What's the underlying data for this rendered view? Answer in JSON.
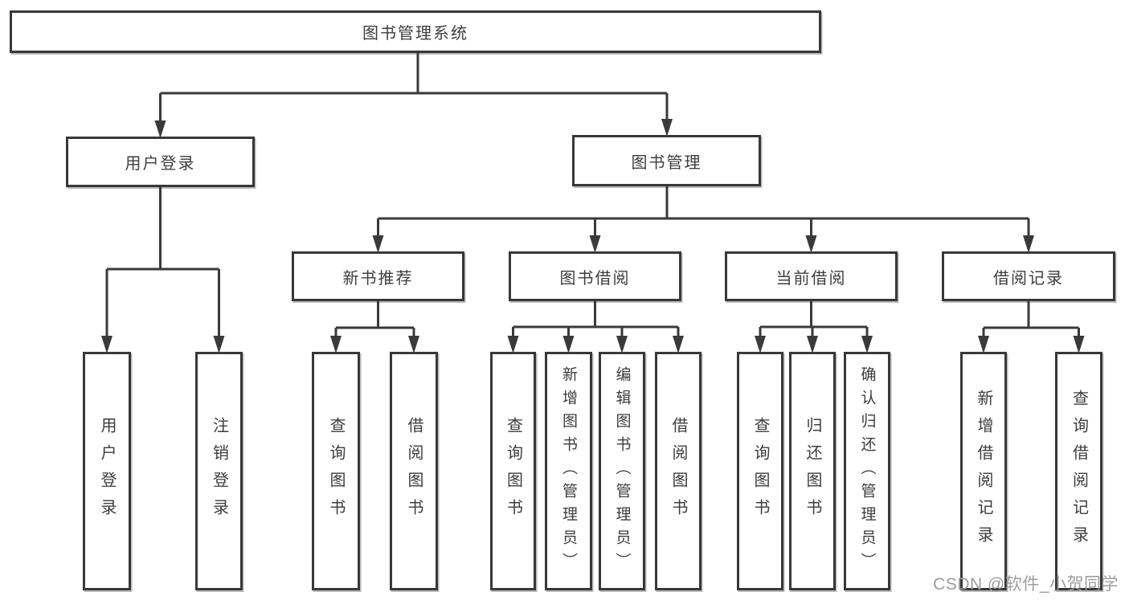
{
  "diagram": {
    "title": "图书管理系统",
    "nodes": [
      {
        "id": "root",
        "label": "图书管理系统",
        "level": 1
      },
      {
        "id": "user-login",
        "label": "用户登录",
        "level": 2
      },
      {
        "id": "book-mgmt",
        "label": "图书管理",
        "level": 2
      },
      {
        "id": "new-book-rec",
        "label": "新书推荐",
        "level": 3
      },
      {
        "id": "book-borrow",
        "label": "图书借阅",
        "level": 3
      },
      {
        "id": "current-borrow",
        "label": "当前借阅",
        "level": 3
      },
      {
        "id": "borrow-records",
        "label": "借阅记录",
        "level": 3
      },
      {
        "id": "leaf-user-login",
        "label": "用户登录",
        "level": 4
      },
      {
        "id": "leaf-logout",
        "label": "注销登录",
        "level": 4
      },
      {
        "id": "leaf-query-book-1",
        "label": "查询图书",
        "level": 4
      },
      {
        "id": "leaf-borrow-book-1",
        "label": "借阅图书",
        "level": 4
      },
      {
        "id": "leaf-query-book-2",
        "label": "查询图书",
        "level": 4
      },
      {
        "id": "leaf-add-book",
        "label": "新增图书（管理员）",
        "level": 4
      },
      {
        "id": "leaf-edit-book",
        "label": "编辑图书（管理员）",
        "level": 4
      },
      {
        "id": "leaf-borrow-book-2",
        "label": "借阅图书",
        "level": 4
      },
      {
        "id": "leaf-query-book-3",
        "label": "查询图书",
        "level": 4
      },
      {
        "id": "leaf-return-book",
        "label": "归还图书",
        "level": 4
      },
      {
        "id": "leaf-confirm-return",
        "label": "确认归还（管理员）",
        "level": 4
      },
      {
        "id": "leaf-add-record",
        "label": "新增借阅记录",
        "level": 4
      },
      {
        "id": "leaf-query-record",
        "label": "查询借阅记录",
        "level": 4
      }
    ],
    "edges": [
      {
        "from": "root",
        "to": "user-login"
      },
      {
        "from": "root",
        "to": "book-mgmt"
      },
      {
        "from": "user-login",
        "to": "leaf-user-login"
      },
      {
        "from": "user-login",
        "to": "leaf-logout"
      },
      {
        "from": "book-mgmt",
        "to": "new-book-rec"
      },
      {
        "from": "book-mgmt",
        "to": "book-borrow"
      },
      {
        "from": "book-mgmt",
        "to": "current-borrow"
      },
      {
        "from": "book-mgmt",
        "to": "borrow-records"
      },
      {
        "from": "new-book-rec",
        "to": "leaf-query-book-1"
      },
      {
        "from": "new-book-rec",
        "to": "leaf-borrow-book-1"
      },
      {
        "from": "book-borrow",
        "to": "leaf-query-book-2"
      },
      {
        "from": "book-borrow",
        "to": "leaf-add-book"
      },
      {
        "from": "book-borrow",
        "to": "leaf-edit-book"
      },
      {
        "from": "book-borrow",
        "to": "leaf-borrow-book-2"
      },
      {
        "from": "current-borrow",
        "to": "leaf-query-book-3"
      },
      {
        "from": "current-borrow",
        "to": "leaf-return-book"
      },
      {
        "from": "current-borrow",
        "to": "leaf-confirm-return"
      },
      {
        "from": "borrow-records",
        "to": "leaf-add-record"
      },
      {
        "from": "borrow-records",
        "to": "leaf-query-record"
      }
    ],
    "line_color": "#3a3a3a",
    "border_color": "#383838",
    "text_color": "#3d3d3d"
  },
  "watermark": {
    "text": "CSDN @软件_小贺同学",
    "color": "#9d9d9d"
  }
}
